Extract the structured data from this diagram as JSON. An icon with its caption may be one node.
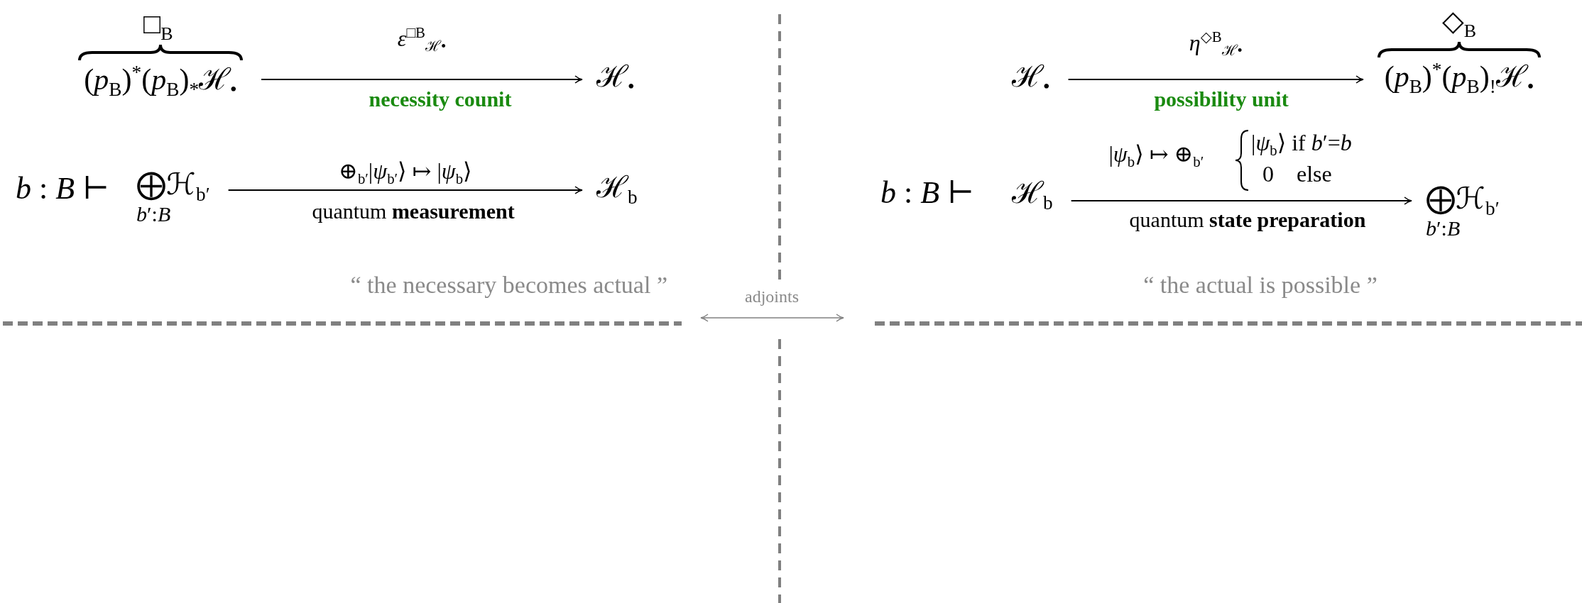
{
  "diagram": {
    "nodes": [
      {
        "text": [
          "□$_{B}$",
          "(*p*$_{B}$)$^{*}$(*p*$_{B}$)$_{*}$ℋ$_{•}$"
        ]
      },
      {
        "text": [
          "ℋ$_{•}$"
        ]
      },
      {
        "text": [
          "⨁ℋ$_{b′}$",
          "*b*′:*B*"
        ]
      },
      {
        "text": [
          "ℋ$_{b}$"
        ]
      },
      {
        "text": [
          "ℋ$_{•}$"
        ]
      },
      {
        "text": [
          "◇$_{B}$",
          "(*p*$_{B}$)$^{*}$(*p*$_{B}$)$_{!}$ℋ$_{•}$"
        ]
      },
      {
        "text": [
          "ℋ$_{b}$"
        ]
      },
      {
        "text": [
          "⨁ℋ$_{b′}$",
          "*b*′:*B*"
        ]
      }
    ],
    "edges": [
      {
        "from": 0,
        "to": 1,
        "arrow": "to",
        "label": "*ε*$^{□B}$$_{ℋ•}$"
      },
      {
        "from": 2,
        "to": 3,
        "arrow": "to",
        "label": "⊕$_{b′}$|*ψ*$_{b′}$⟩ ↦ |*ψ*$_{b}$⟩"
      },
      {
        "from": 4,
        "to": 5,
        "arrow": "to",
        "label": "*η*$^{◇B}$$_{ℋ•}$"
      },
      {
        "from": 6,
        "to": 7,
        "arrow": "to",
        "label": "|*ψ*$_{b}$⟩ ↦ ⊕$_{b′}$"
      }
    ],
    "labels": [
      "necessity counit",
      "possibility unit",
      "*b* : *B* ⊢",
      "quantum **measurement**",
      "*b* : *B* ⊢",
      "|*ψ*$_{b}$⟩ if *b*′=*b*",
      "0    else",
      "quantum **state preparation**",
      "“ the necessary becomes actual ”",
      "“ the actual is possible ”",
      "adjoints"
    ]
  }
}
